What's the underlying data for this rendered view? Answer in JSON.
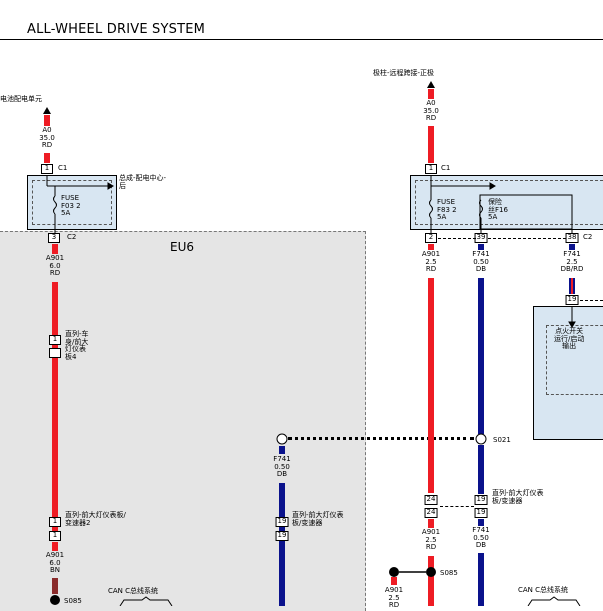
{
  "title": "ALL-WHEEL DRIVE SYSTEM",
  "region_label": "EU6",
  "colors": {
    "red": "#ee1c24",
    "blue": "#0a128c",
    "brown": "#8a2b2b",
    "module_fill": "#d8e6f2",
    "region_fill": "#e5e5e5"
  },
  "left": {
    "source_label": "电池配电单元",
    "wire_top": [
      "A0",
      "35.0",
      "RD"
    ],
    "pin_in": "1",
    "conn_in": "C1",
    "module_label": [
      "总成-配电中心-",
      "后"
    ],
    "fuse": [
      "FUSE",
      "F03 2",
      "5A"
    ],
    "pin_out": "3",
    "conn_out": "C2",
    "wire_mid": [
      "A901",
      "6.0",
      "RD"
    ],
    "pass1_pin": "1",
    "pass1_label": [
      "直列-车",
      "身/前大",
      "灯仪表",
      "板4"
    ],
    "pass2_pin_top": "1",
    "pass2_pin_bottom": "1",
    "pass2_label": "直列-前大灯仪表板/",
    "pass2_label2": "变速器2",
    "wire_bottom": [
      "A901",
      "6.0",
      "BN"
    ],
    "splice_label": "S085",
    "can_label": "CAN C总线系统"
  },
  "mid": {
    "wire": [
      "F741",
      "0.50",
      "DB"
    ],
    "pin": "19",
    "pin2": "19",
    "label": [
      "直列-前大灯仪表",
      "板/变速器"
    ]
  },
  "right": {
    "source_label": "极柱-远程跨接-正极",
    "wire_top": [
      "A0",
      "35.0",
      "RD"
    ],
    "pin_in": "1",
    "conn_in": "C1",
    "fuse": [
      "FUSE",
      "F83 2",
      "5A"
    ],
    "fuse2": [
      "保险",
      "丝F16",
      "5A"
    ],
    "pin_out_a": "2",
    "pin_out_b": "39",
    "pin_out_c": "38",
    "conn_out": "C2",
    "wire_a": [
      "A901",
      "2.5",
      "RD"
    ],
    "wire_b": [
      "F741",
      "0.50",
      "DB"
    ],
    "wire_c": [
      "F741",
      "2.5",
      "DB/RD"
    ],
    "ign_pin": "19",
    "ign_label": [
      "点火开关",
      "运行/启动",
      "输出"
    ],
    "s021": "S021",
    "pass_pin_a": "24",
    "pass_pin_a2": "24",
    "pass_pin_b": "19",
    "pass_pin_b2": "19",
    "pass_label": [
      "直列-前大灯仪表",
      "板/变速器"
    ],
    "wire_a2": [
      "A901",
      "2.5",
      "RD"
    ],
    "wire_b2": [
      "F741",
      "0.50",
      "DB"
    ],
    "s085": "S085",
    "wire_s085": [
      "A901",
      "2.5",
      "RD"
    ],
    "can_label": "CAN C总线系统"
  }
}
